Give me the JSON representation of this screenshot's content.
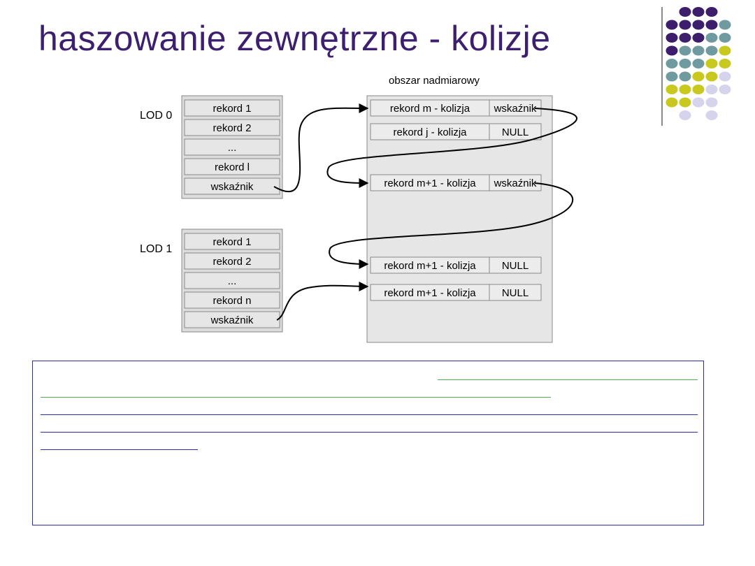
{
  "title": "haszowanie zewnętrzne - kolizje",
  "overflow_area_label": "obszar nadmiarowy",
  "lod0": {
    "label": "LOD 0",
    "cells": [
      "rekord 1",
      "rekord 2",
      "...",
      "rekord l",
      "wskaźnik"
    ]
  },
  "lod1": {
    "label": "LOD 1",
    "cells": [
      "rekord 1",
      "rekord 2",
      "...",
      "rekord n",
      "wskaźnik"
    ]
  },
  "overflow_rows": [
    {
      "record": "rekord m - kolizja",
      "pointer": "wskaźnik"
    },
    {
      "record": "rekord j - kolizja",
      "pointer": "NULL"
    },
    {
      "record": "rekord m+1 - kolizja",
      "pointer": "wskaźnik"
    },
    {
      "record": "rekord m+1 - kolizja",
      "pointer": "NULL"
    },
    {
      "record": "rekord m+1 - kolizja",
      "pointer": "NULL"
    }
  ],
  "colors": {
    "title": "#3c1f6e",
    "dot_purple": "#3d1e6d",
    "dot_teal": "#6f9ba0",
    "dot_yellow": "#c9c81e",
    "dot_lavender": "#d6d3ec",
    "box_fill": "#e6e6e6",
    "box_stroke": "#888888",
    "note_border": "#2b2bb0",
    "note_green": "#4caf50"
  }
}
